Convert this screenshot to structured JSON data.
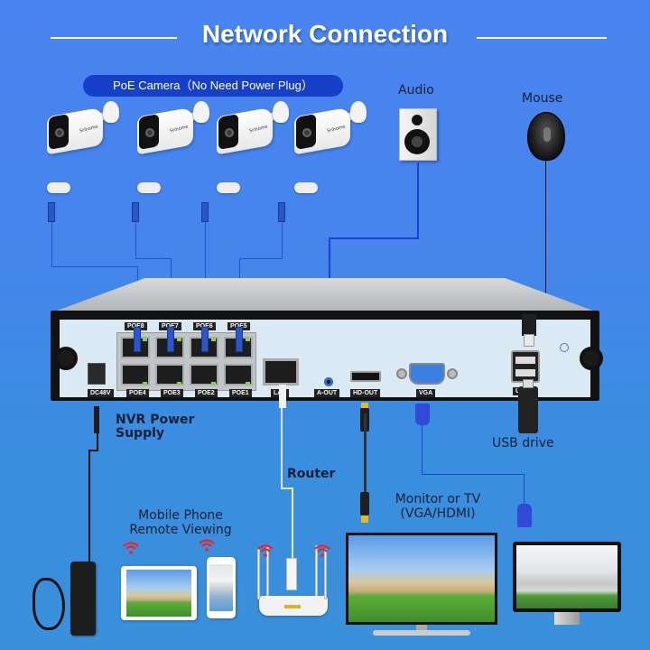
{
  "title": "Network Connection",
  "poe_label": "PoE Camera（No Need Power Plug）",
  "labels": {
    "audio": "Audio",
    "mouse": "Mouse",
    "nvr_power_line1": "NVR Power",
    "nvr_power_line2": "Supply",
    "usb_drive": "USB drive",
    "router": "Router",
    "mobile_line1": "Mobile Phone",
    "mobile_line2": "Remote Viewing",
    "monitor_line1": "Monitor or TV",
    "monitor_line2": "(VGA/HDMI)"
  },
  "cameras": [
    {
      "brand": "Srihome"
    },
    {
      "brand": "Srihome"
    },
    {
      "brand": "Srihome"
    },
    {
      "brand": "Srihome"
    }
  ],
  "nvr": {
    "top_ports": [
      "POE8",
      "POE7",
      "POE6",
      "POE5"
    ],
    "bottom_ports": [
      "POE4",
      "POE3",
      "POE2",
      "POE1"
    ],
    "dc": "DC48V",
    "lan": "LAN",
    "aout": "A-OUT",
    "hdout": "HD-OUT",
    "vga": "VGA",
    "usb": "USB"
  },
  "colors": {
    "background": "#4585ec",
    "pill": "#1740c8",
    "cable_blue": "#2850c8",
    "wifi_red": "#e8262a"
  }
}
